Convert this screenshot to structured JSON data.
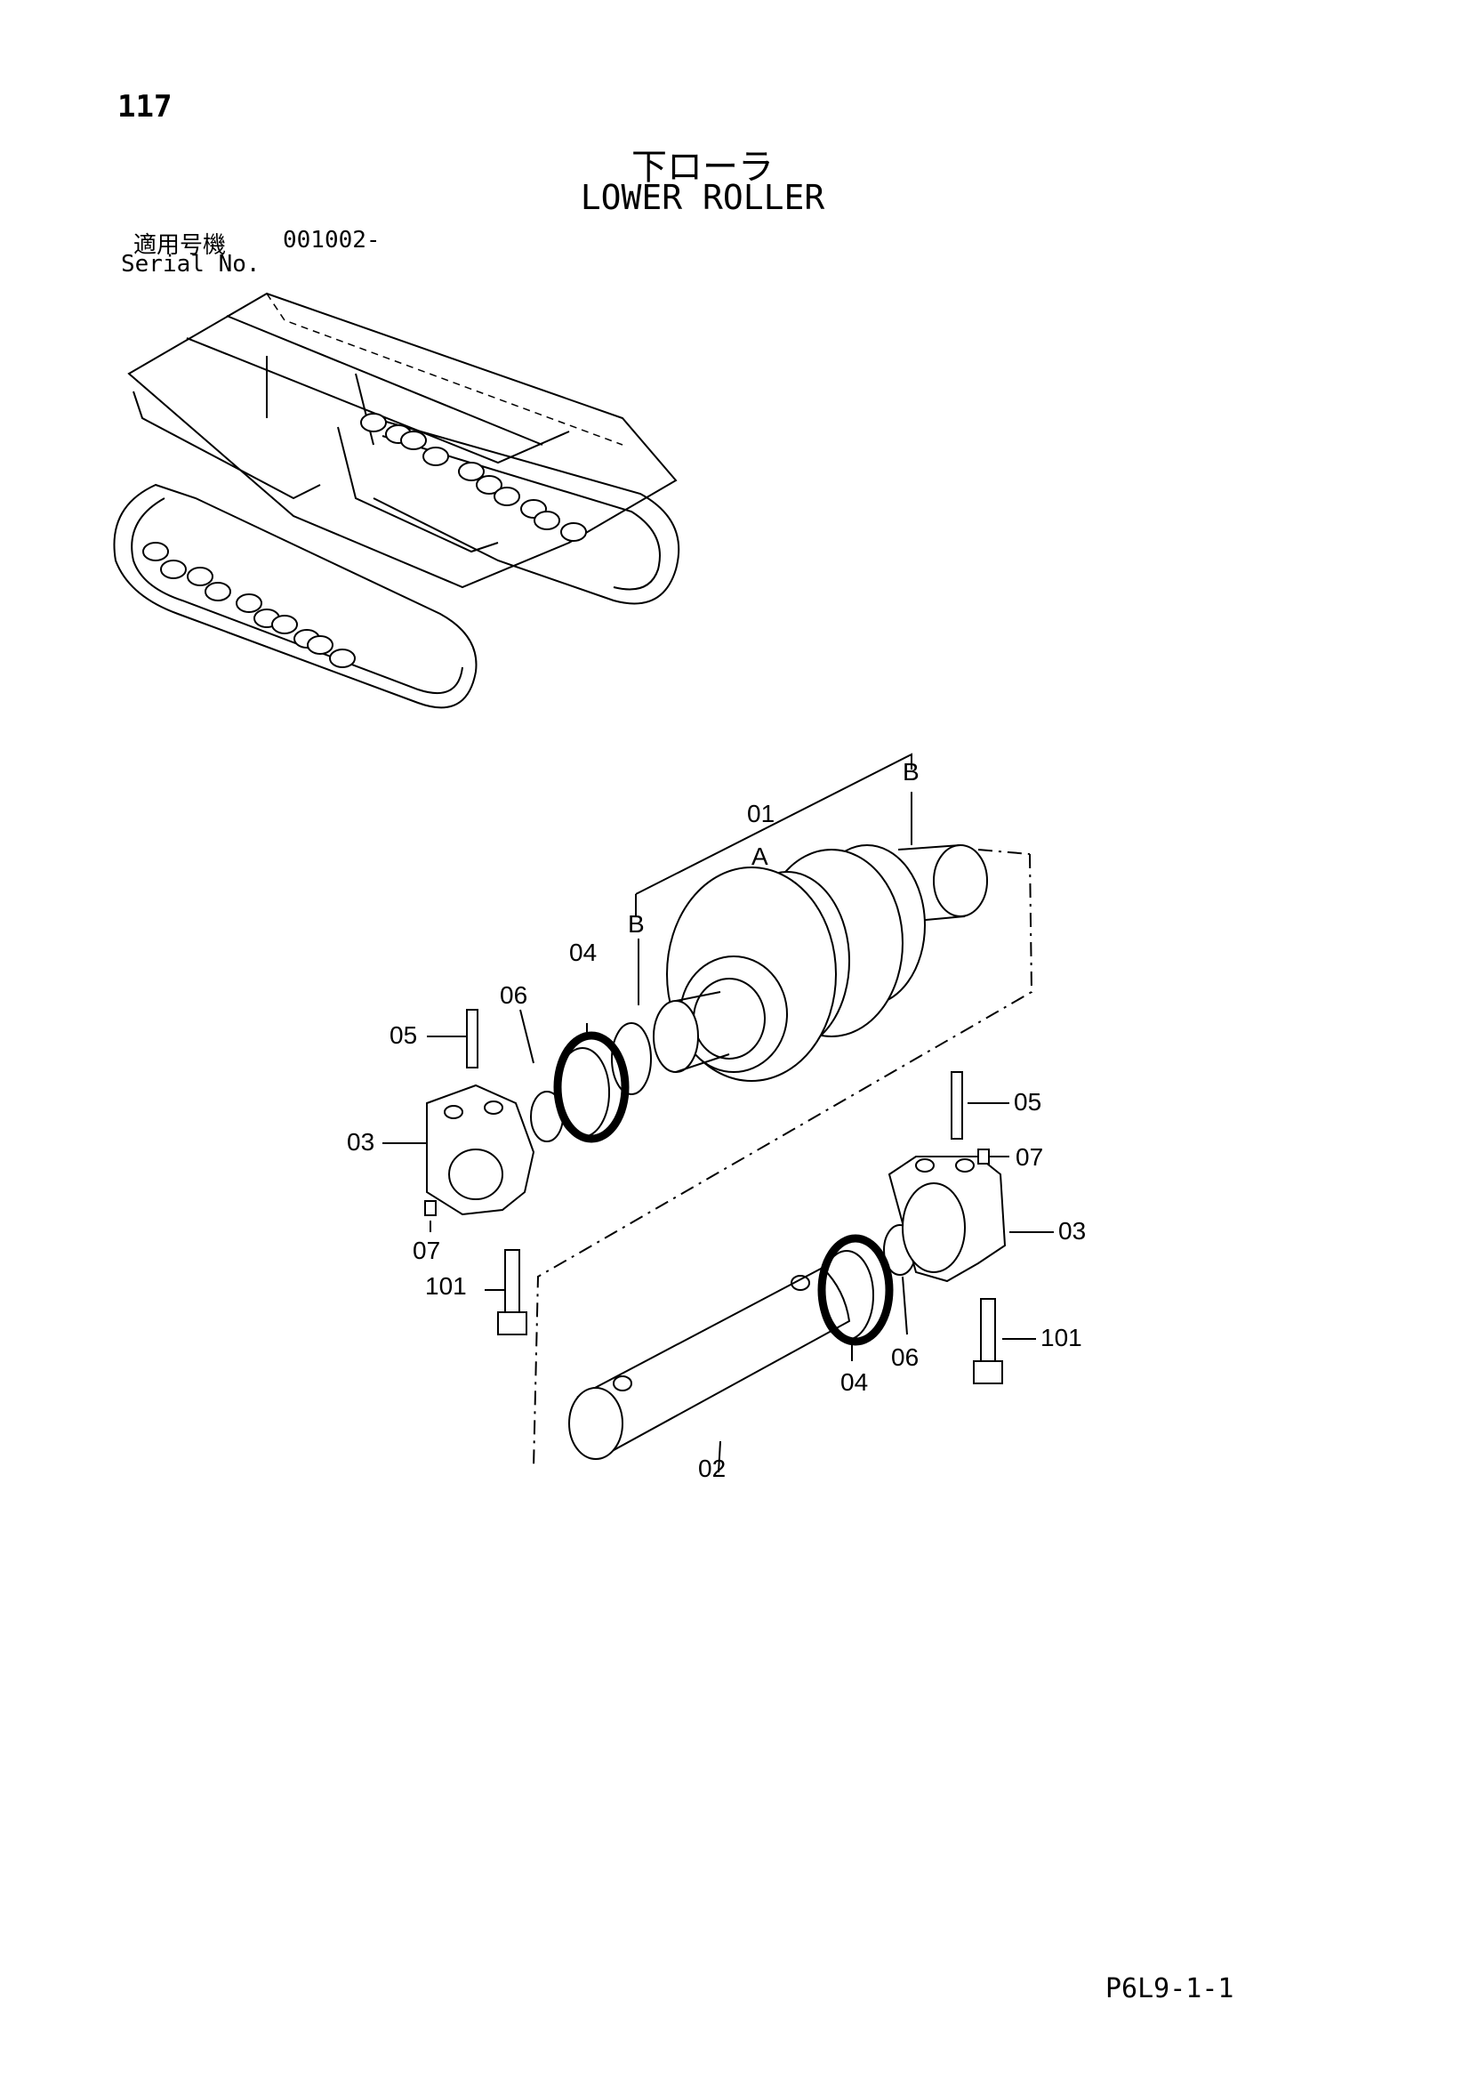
{
  "page": {
    "number": "117",
    "title_ja": "下ローラ",
    "title_en": "LOWER ROLLER",
    "serial_label_ja": "適用号機",
    "serial_value": "001002-",
    "serial_label_en": "Serial No.",
    "ref_code": "P6L9-1-1"
  },
  "callouts": {
    "c01": "01",
    "c02": "02",
    "c03_left": "03",
    "c03_right": "03",
    "c04_left": "04",
    "c04_right": "04",
    "c05_left": "05",
    "c05_right": "05",
    "c06_left": "06",
    "c06_right": "06",
    "c07_left": "07",
    "c07_right": "07",
    "c101_left": "101",
    "c101_right": "101",
    "cA": "A",
    "cB_left": "B",
    "cB_right": "B"
  }
}
